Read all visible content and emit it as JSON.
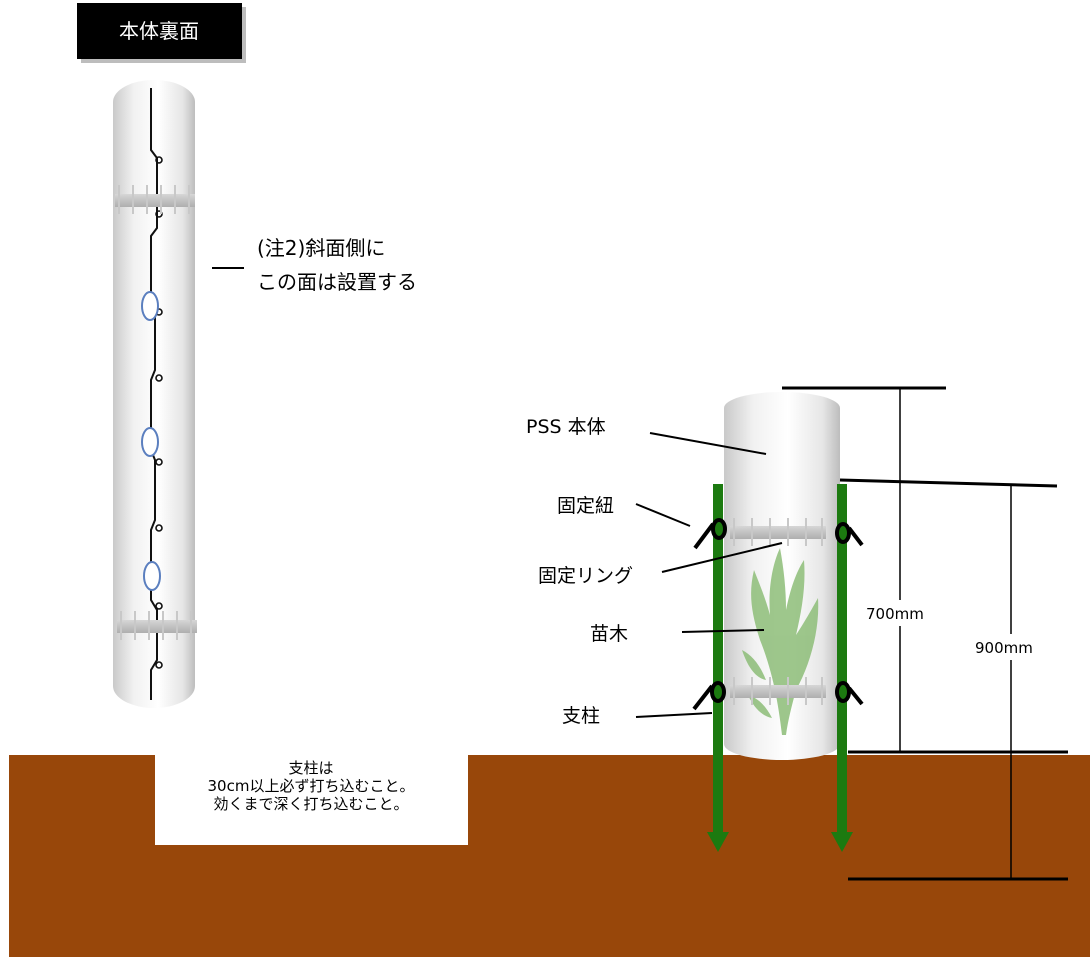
{
  "title_badge": "本体裏面",
  "note_line1": "(注2)斜面側に",
  "note_line2": "この面は設置する",
  "labels": {
    "pss_body": "PSS 本体",
    "fixing_string": "固定紐",
    "fixing_ring": "固定リング",
    "seedling": "苗木",
    "post": "支柱"
  },
  "dimensions": {
    "d700": "700mm",
    "d900": "900mm"
  },
  "ground_note": {
    "line1": "支柱は",
    "line2": "30cm以上必ず打ち込むこと。",
    "line3": "効くまで深く打ち込むこと。"
  },
  "colors": {
    "ground": "#98470a",
    "post": "#1c7a10",
    "badge_bg": "#000000",
    "ring": "#c4c4c4",
    "hole": "#5b7fbf"
  }
}
